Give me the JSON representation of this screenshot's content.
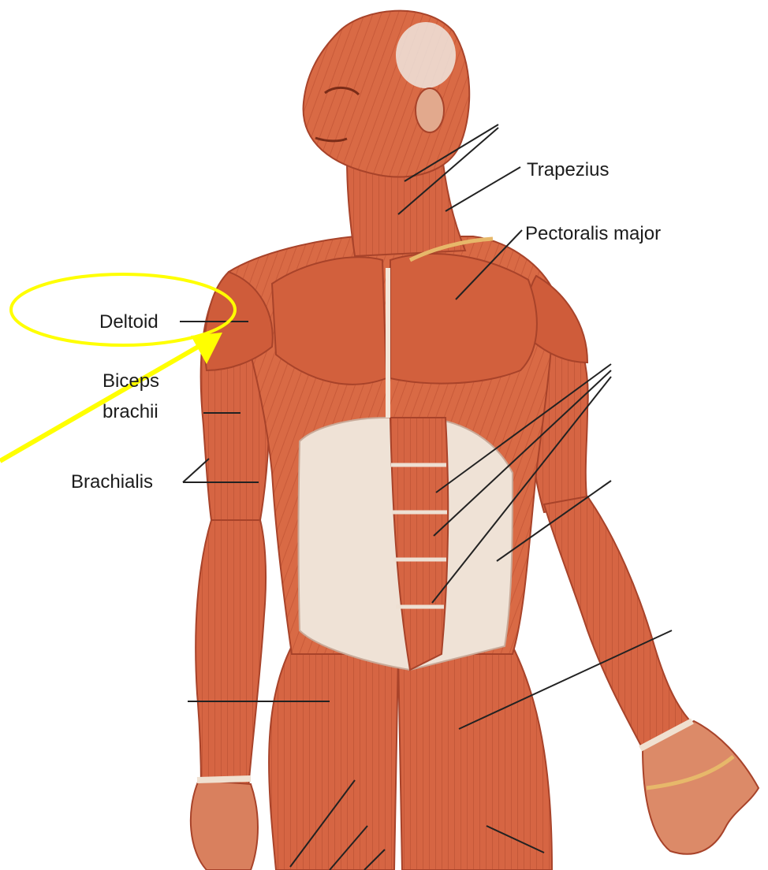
{
  "labels": {
    "trapezius": "Trapezius",
    "pectoralis_major": "Pectoralis major",
    "deltoid": "Deltoid",
    "biceps_line1": "Biceps",
    "biceps_line2": "brachii",
    "brachialis": "Brachialis"
  },
  "highlight": {
    "target": "Deltoid",
    "color": "#ffff00"
  },
  "colors": {
    "muscle": "#d96a45",
    "muscle_dark": "#b4472a",
    "tendon": "#f1e3d6",
    "leader_line": "#222222"
  }
}
